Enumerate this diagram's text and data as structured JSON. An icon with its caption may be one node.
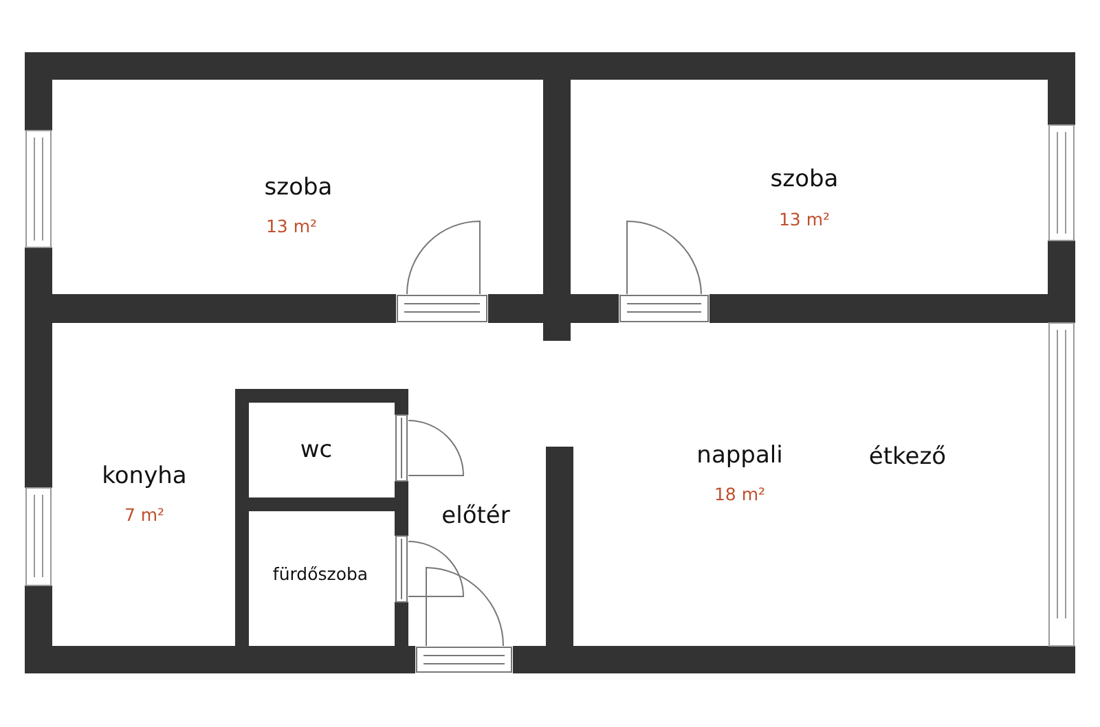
{
  "diagram": {
    "labels": [
      "szoba",
      "13 m²",
      "szoba",
      "13 m²",
      "wc",
      "konyha",
      "7 m²",
      "előtér",
      "fürdőszoba",
      "nappali",
      "étkező",
      "18 m²"
    ]
  }
}
